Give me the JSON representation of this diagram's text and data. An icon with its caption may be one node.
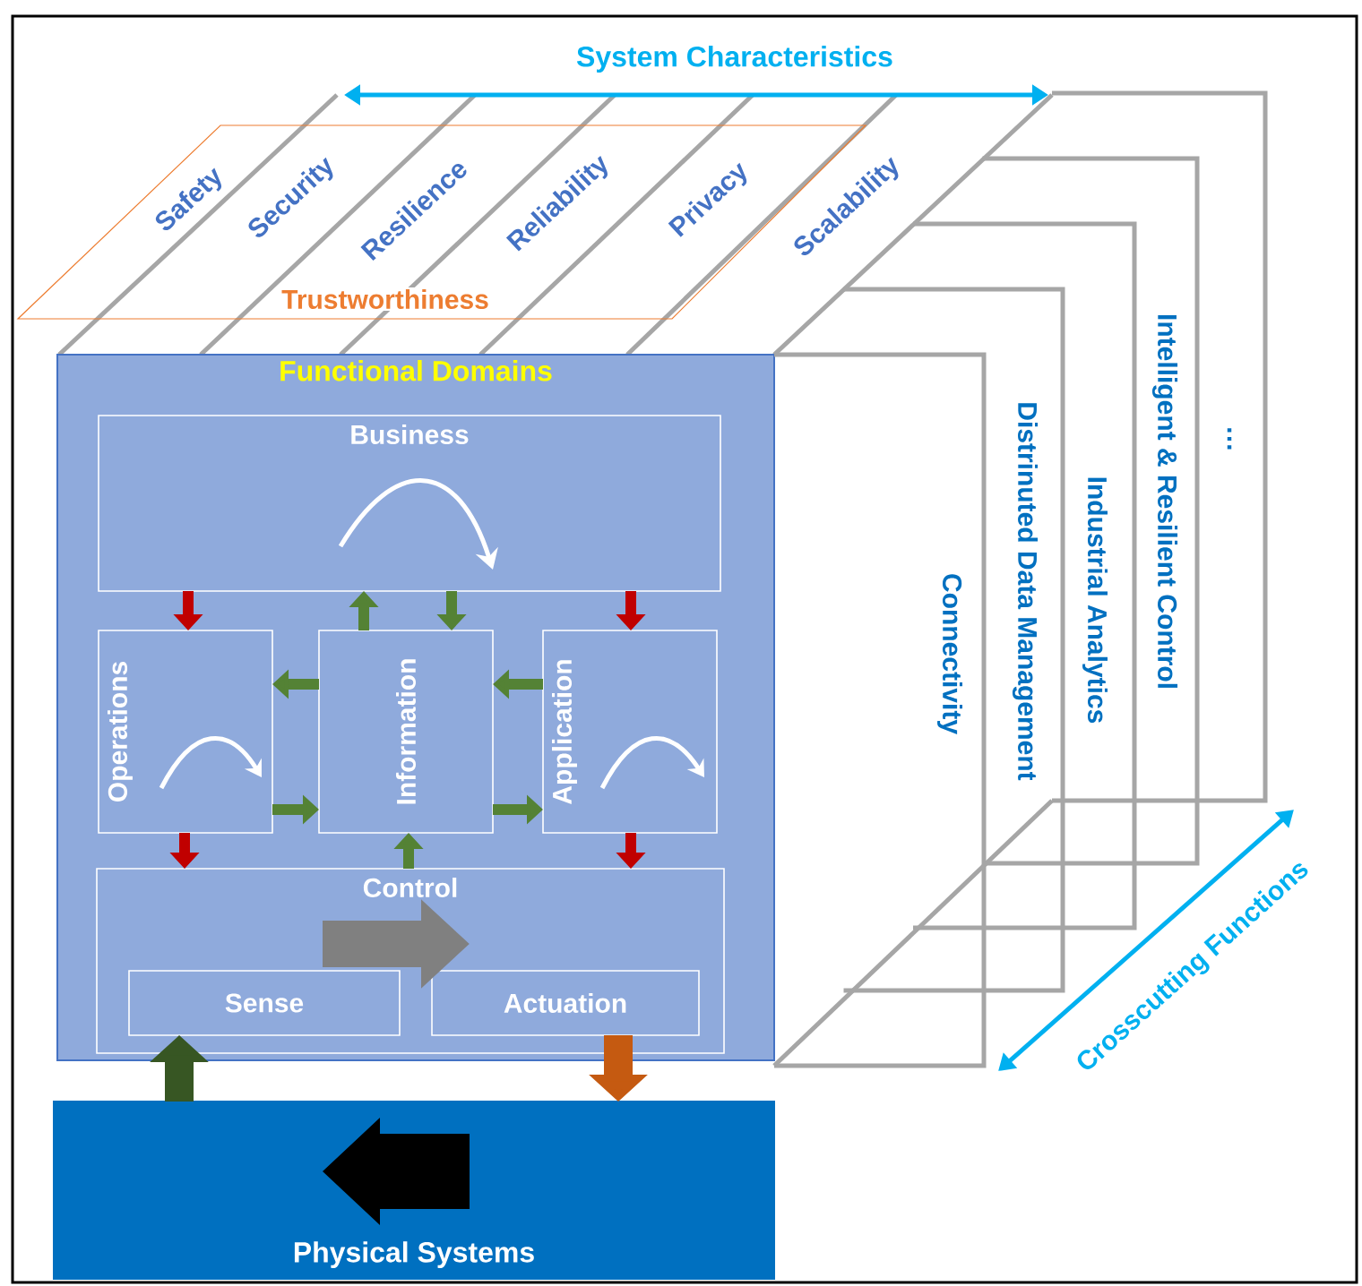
{
  "diagram": {
    "nodes": [
      {
        "text": [
          "Functional Domains"
        ]
      },
      {
        "text": [
          "Business"
        ],
        "in": 0
      },
      {
        "text": [
          "Operations"
        ],
        "in": 0
      },
      {
        "text": [
          "Information"
        ],
        "in": 0
      },
      {
        "text": [
          "Application"
        ],
        "in": 0
      },
      {
        "text": [
          "Control"
        ],
        "in": 0
      },
      {
        "text": [
          "Sense"
        ],
        "in": 5
      },
      {
        "text": [
          "Actuation"
        ],
        "in": 5
      },
      {
        "text": [
          "Physical Systems"
        ]
      },
      {
        "text": [
          "Trustworthiness"
        ]
      },
      {
        "text": [
          "Connectivity"
        ]
      },
      {
        "text": [
          "Distrinuted Data Management"
        ]
      },
      {
        "text": [
          "Industrial Analytics"
        ]
      },
      {
        "text": [
          "Intelligent & Resilient Control"
        ]
      },
      {
        "text": [
          "…"
        ]
      }
    ],
    "edges": [
      {
        "from": 1,
        "to": 2,
        "arrow": "to",
        "color": "#c00000"
      },
      {
        "from": 1,
        "to": 4,
        "arrow": "to",
        "color": "#c00000"
      },
      {
        "from": 2,
        "to": 5,
        "arrow": "to",
        "color": "#c00000"
      },
      {
        "from": 4,
        "to": 5,
        "arrow": "to",
        "color": "#c00000"
      },
      {
        "from": 3,
        "to": 1,
        "arrow": "to"
      },
      {
        "from": 1,
        "to": 3,
        "arrow": "to"
      },
      {
        "from": 3,
        "to": 2,
        "arrow": "to"
      },
      {
        "from": 4,
        "to": 3,
        "arrow": "to"
      },
      {
        "from": 2,
        "to": 3,
        "arrow": "to"
      },
      {
        "from": 3,
        "to": 4,
        "arrow": "to"
      },
      {
        "from": 5,
        "to": 3,
        "arrow": "to"
      },
      {
        "from": 8,
        "to": 6,
        "arrow": "to",
        "style": "thick",
        "color": "#375623"
      },
      {
        "from": 7,
        "to": 8,
        "arrow": "to",
        "style": "thick",
        "color": "#c55a11"
      },
      {
        "from": 6,
        "to": 7,
        "arrow": "to",
        "style": "thick",
        "color": "#808080"
      }
    ],
    "labels": [
      "System Characteristics",
      "Safety",
      "Security",
      "Resilience",
      "Reliability",
      "Privacy",
      "Scalability",
      "Crosscutting Functions"
    ]
  }
}
